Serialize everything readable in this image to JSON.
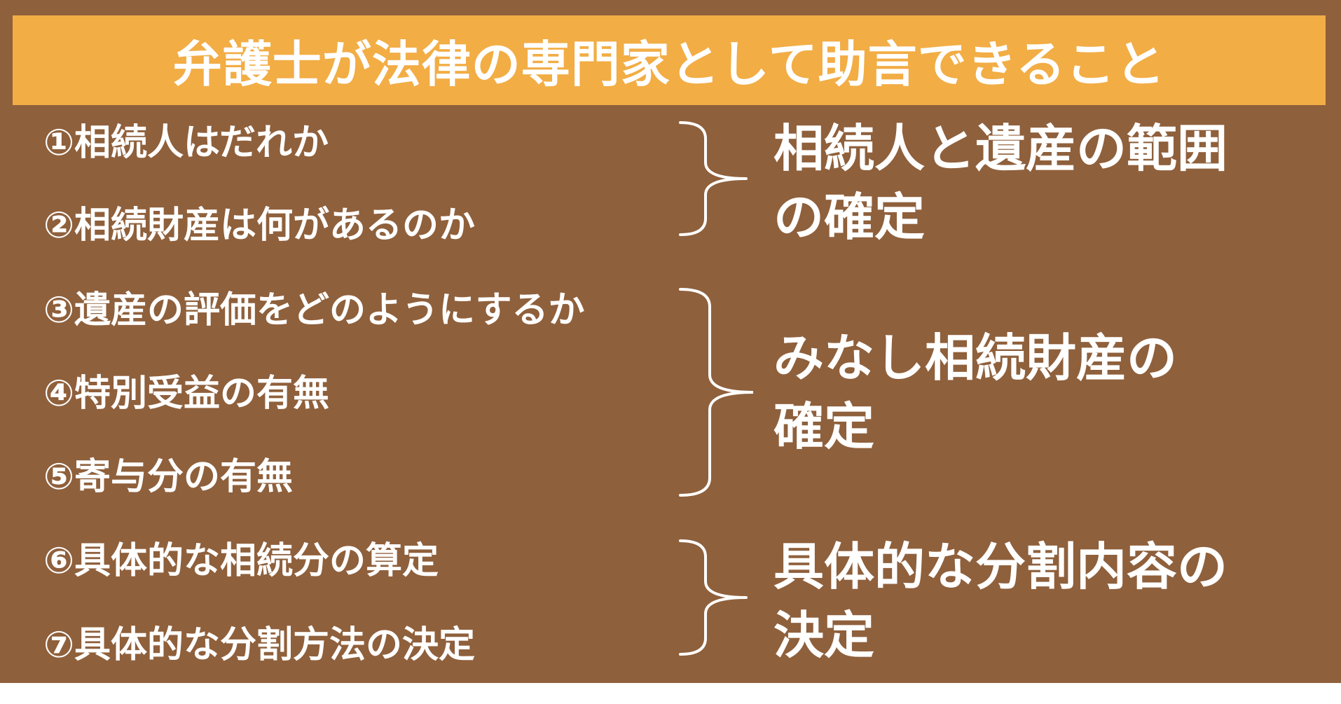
{
  "title": "弁護士が法律の専門家として助言できること",
  "items": [
    "①相続人はだれか",
    "②相続財産は何があるのか",
    "③遺産の評価をどのようにするか",
    "④特別受益の有無",
    "⑤寄与分の有無",
    "⑥具体的な相続分の算定",
    "⑦具体的な分割方法の決定"
  ],
  "groups": [
    {
      "line1": "相続人と遺産の範囲",
      "line2": "の確定"
    },
    {
      "line1": "みなし相続財産の",
      "line2": "確定"
    },
    {
      "line1": "具体的な分割内容の",
      "line2": "決定"
    }
  ],
  "colors": {
    "background": "#8f603c",
    "title_bar": "#f2ad45",
    "text": "#ffffff"
  }
}
